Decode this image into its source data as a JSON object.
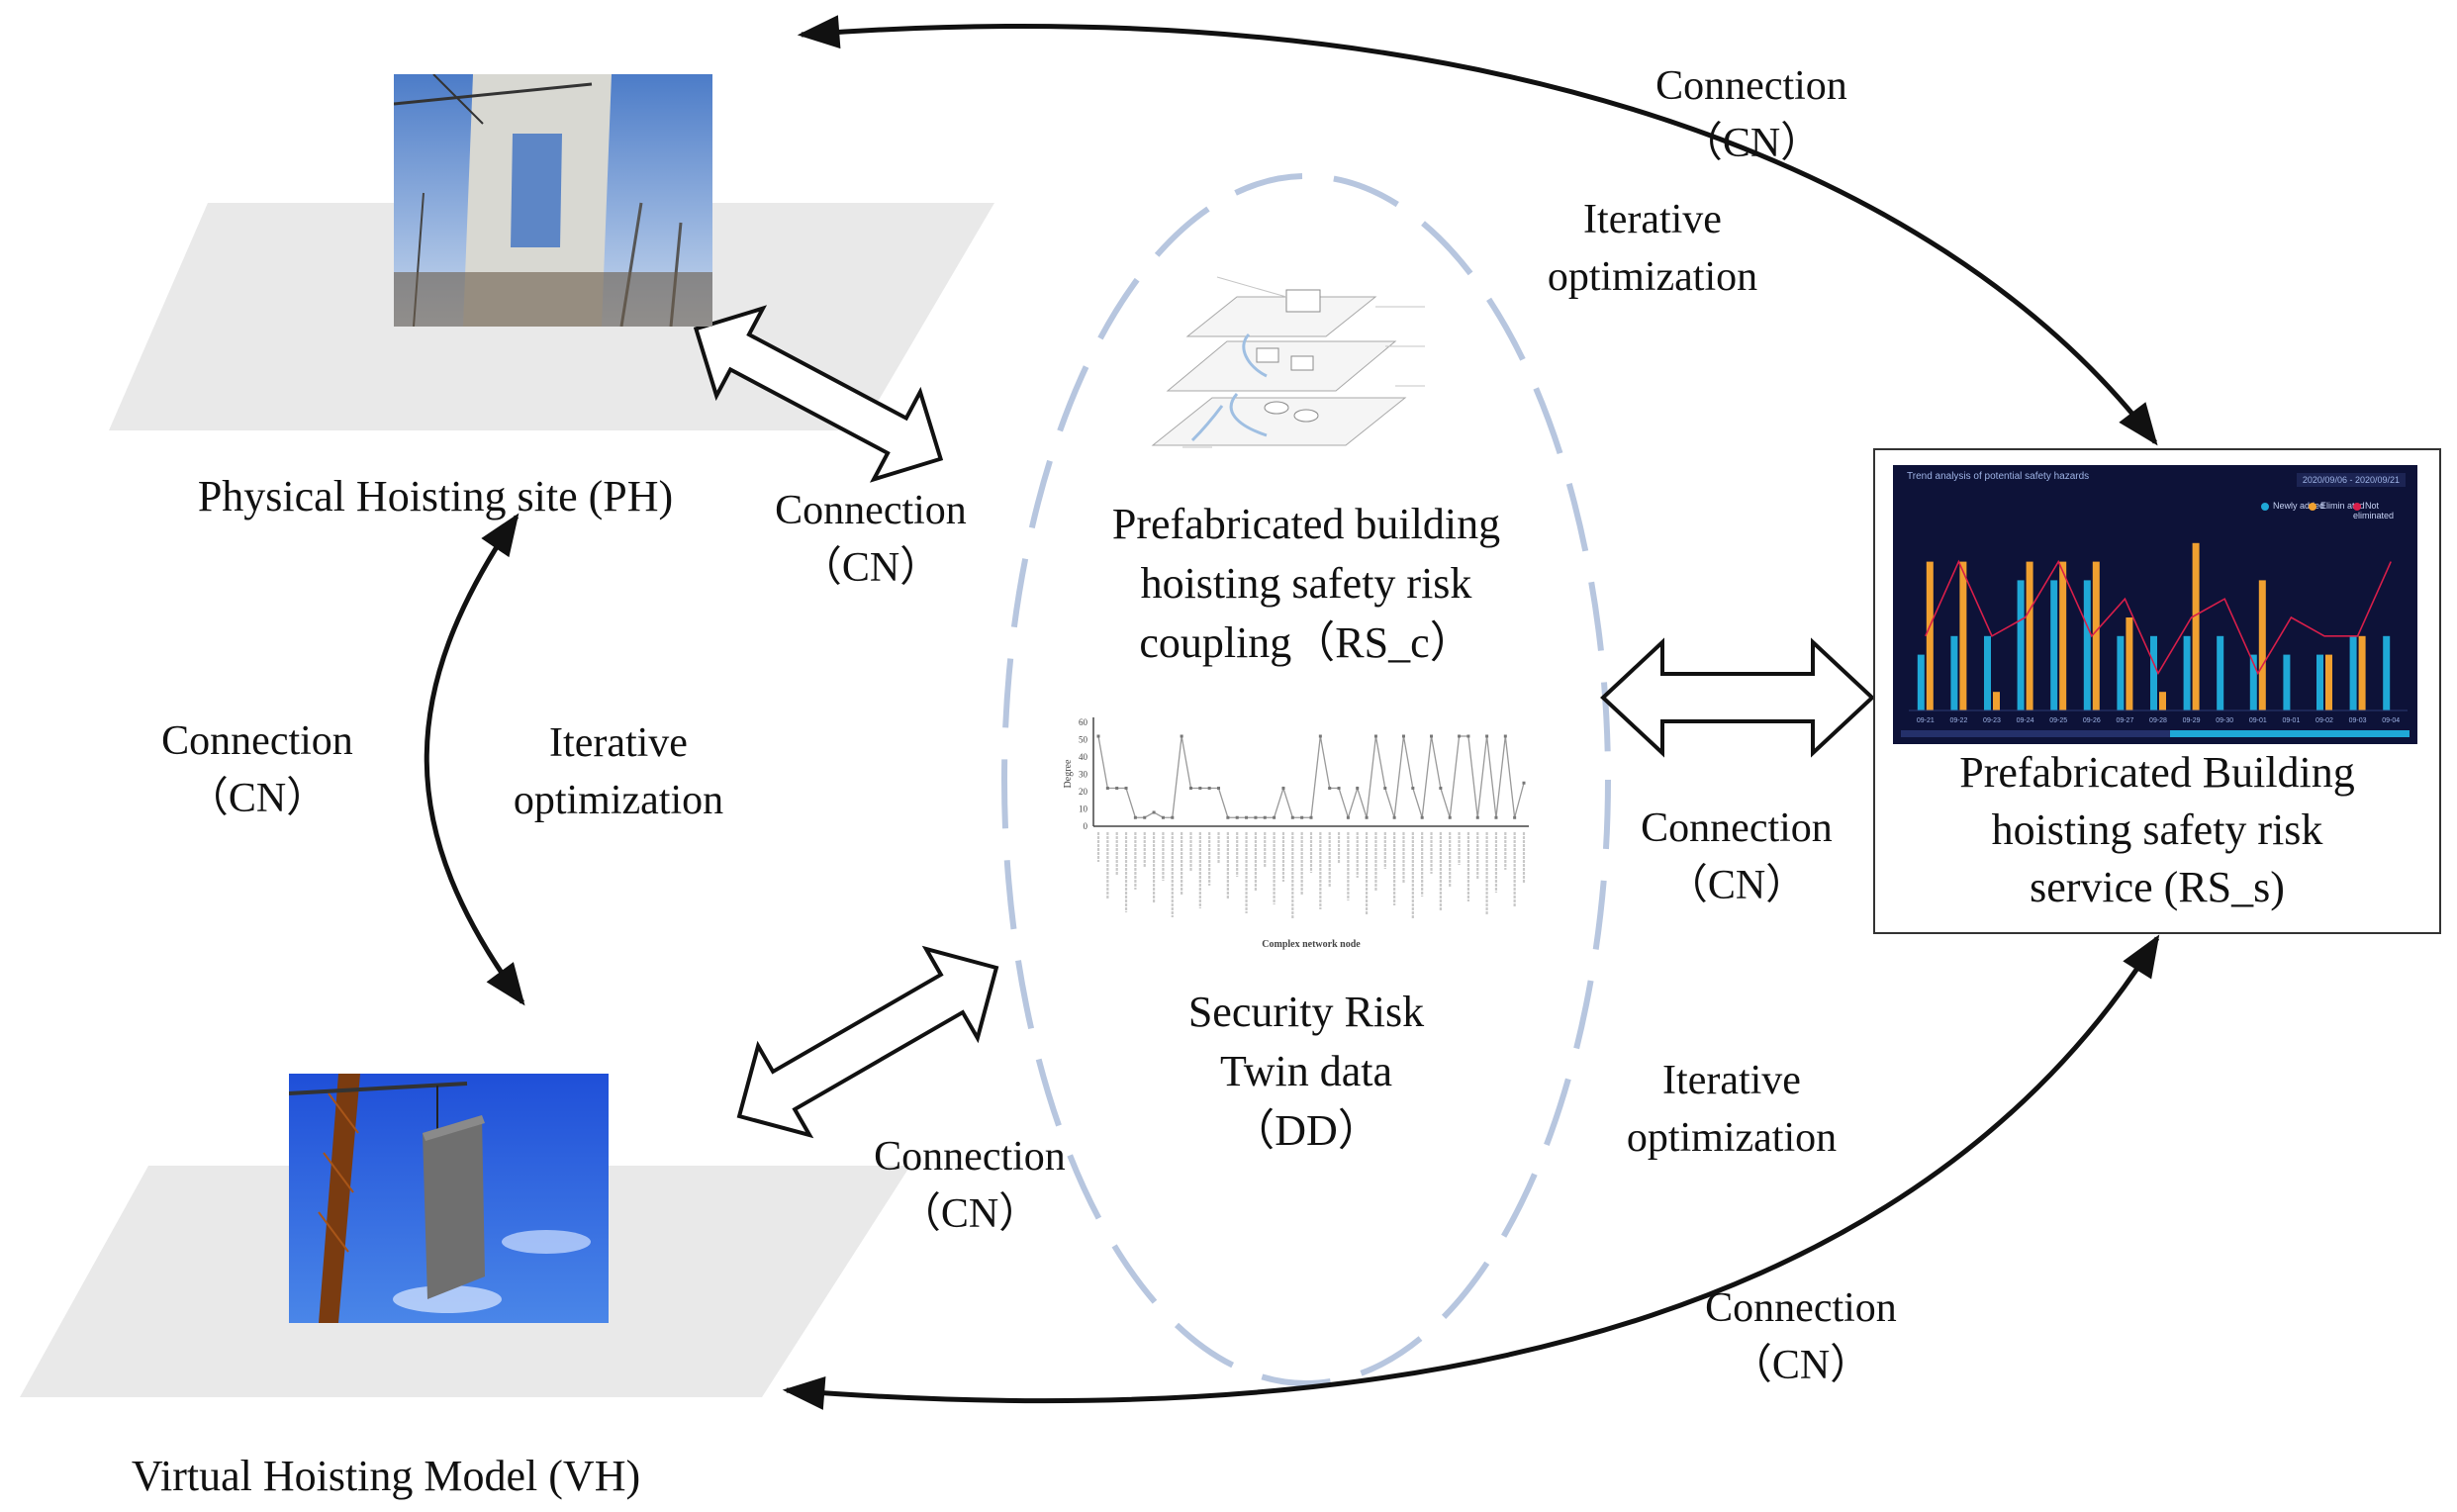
{
  "nodes": {
    "ph": {
      "label": "Physical Hoisting site (PH)"
    },
    "vh": {
      "label": "Virtual Hoisting Model (VH)"
    },
    "center_top": {
      "line1": "Prefabricated building",
      "line2": "hoisting safety risk",
      "line3": "coupling（RS_c）"
    },
    "center_bottom": {
      "line1": "Security Risk",
      "line2": "Twin data",
      "line3": "（DD）"
    },
    "service": {
      "line1": "Prefabricated Building",
      "line2": "hoisting safety risk",
      "line3": "service (RS_s)"
    }
  },
  "edges": {
    "top_arc": {
      "line1": "Connection",
      "line2": "（CN）",
      "line3": "Iterative",
      "line4": "optimization"
    },
    "ph_center": {
      "line1": "Connection",
      "line2": "（CN）"
    },
    "left_arc": {
      "line1": "Connection",
      "line2": "（CN）",
      "line3": "Iterative",
      "line4": "optimization"
    },
    "vh_center": {
      "line1": "Connection",
      "line2": "（CN）"
    },
    "center_service": {
      "line1": "Connection",
      "line2": "（CN）"
    },
    "bottom_arc": {
      "line1": "Iterative",
      "line2": "optimization",
      "line3": "Connection",
      "line4": "（CN）"
    }
  },
  "thumbnails": {
    "network_chart": {
      "ylabel": "Degree",
      "xlabel": "Complex network node",
      "yticks": [
        "0",
        "10",
        "20",
        "30",
        "40",
        "50",
        "60"
      ],
      "values": [
        52,
        22,
        22,
        22,
        5,
        5,
        8,
        5,
        5,
        52,
        22,
        22,
        22,
        22,
        5,
        5,
        5,
        5,
        5,
        5,
        22,
        5,
        5,
        5,
        52,
        22,
        22,
        5,
        22,
        5,
        52,
        22,
        5,
        52,
        22,
        5,
        52,
        22,
        5,
        52,
        52,
        5,
        52,
        5,
        52,
        5,
        25
      ]
    },
    "dashboard": {
      "title": "Trend analysis of potential safety hazards",
      "date": "2020/09/06 - 2020/09/21",
      "legend": [
        "Newly added",
        "Elimin ated",
        "Not eliminated"
      ],
      "colors": {
        "new": "#1fa8d6",
        "elim": "#f0a030",
        "not": "#d81e4a",
        "bg": "#0d1238"
      },
      "categories": [
        "09-21",
        "09-22",
        "09-23",
        "09-24",
        "09-25",
        "09-26",
        "09-27",
        "09-28",
        "09-29",
        "09-30",
        "09-01",
        "09-01",
        "09-02",
        "09-03",
        "09-04"
      ],
      "newly_added": [
        3,
        4,
        4,
        7,
        7,
        7,
        4,
        4,
        4,
        4,
        3,
        3,
        3,
        4,
        4
      ],
      "eliminated": [
        8,
        8,
        1,
        8,
        8,
        8,
        5,
        1,
        9,
        0,
        7,
        0,
        3,
        4,
        0
      ],
      "not_eliminated": [
        4,
        8,
        4,
        5,
        8,
        4,
        6,
        2,
        5,
        6,
        2,
        5,
        4,
        4,
        8
      ]
    }
  }
}
